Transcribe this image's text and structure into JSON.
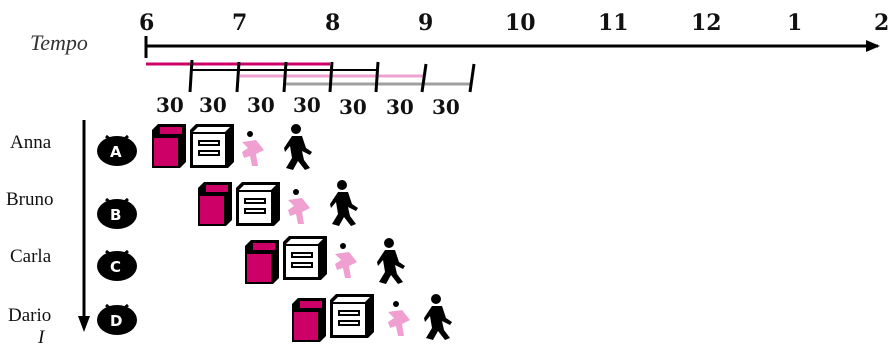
{
  "axis": {
    "label": "Tempo",
    "hours": [
      "6",
      "7",
      "8",
      "9",
      "10",
      "11",
      "12",
      "1",
      "2"
    ]
  },
  "segments": [
    "30",
    "30",
    "30",
    "30",
    "30",
    "30",
    "30"
  ],
  "people": [
    {
      "name": "Anna",
      "letter": "A"
    },
    {
      "name": "Bruno",
      "letter": "B"
    },
    {
      "name": "Carla",
      "letter": "C"
    },
    {
      "name": "Dario",
      "letter": "D"
    }
  ],
  "footnote": "I",
  "colors": {
    "washer": "#cc0066",
    "folder": "#f0a0d0",
    "ink": "#000000",
    "highlight": "#cc0066",
    "light_highlight": "#f0a0d0",
    "gray_highlight": "#a0a0a0"
  },
  "icons": [
    "washer-icon",
    "dryer-icon",
    "folding-person-icon",
    "walking-person-icon",
    "laundry-bag-icon"
  ]
}
